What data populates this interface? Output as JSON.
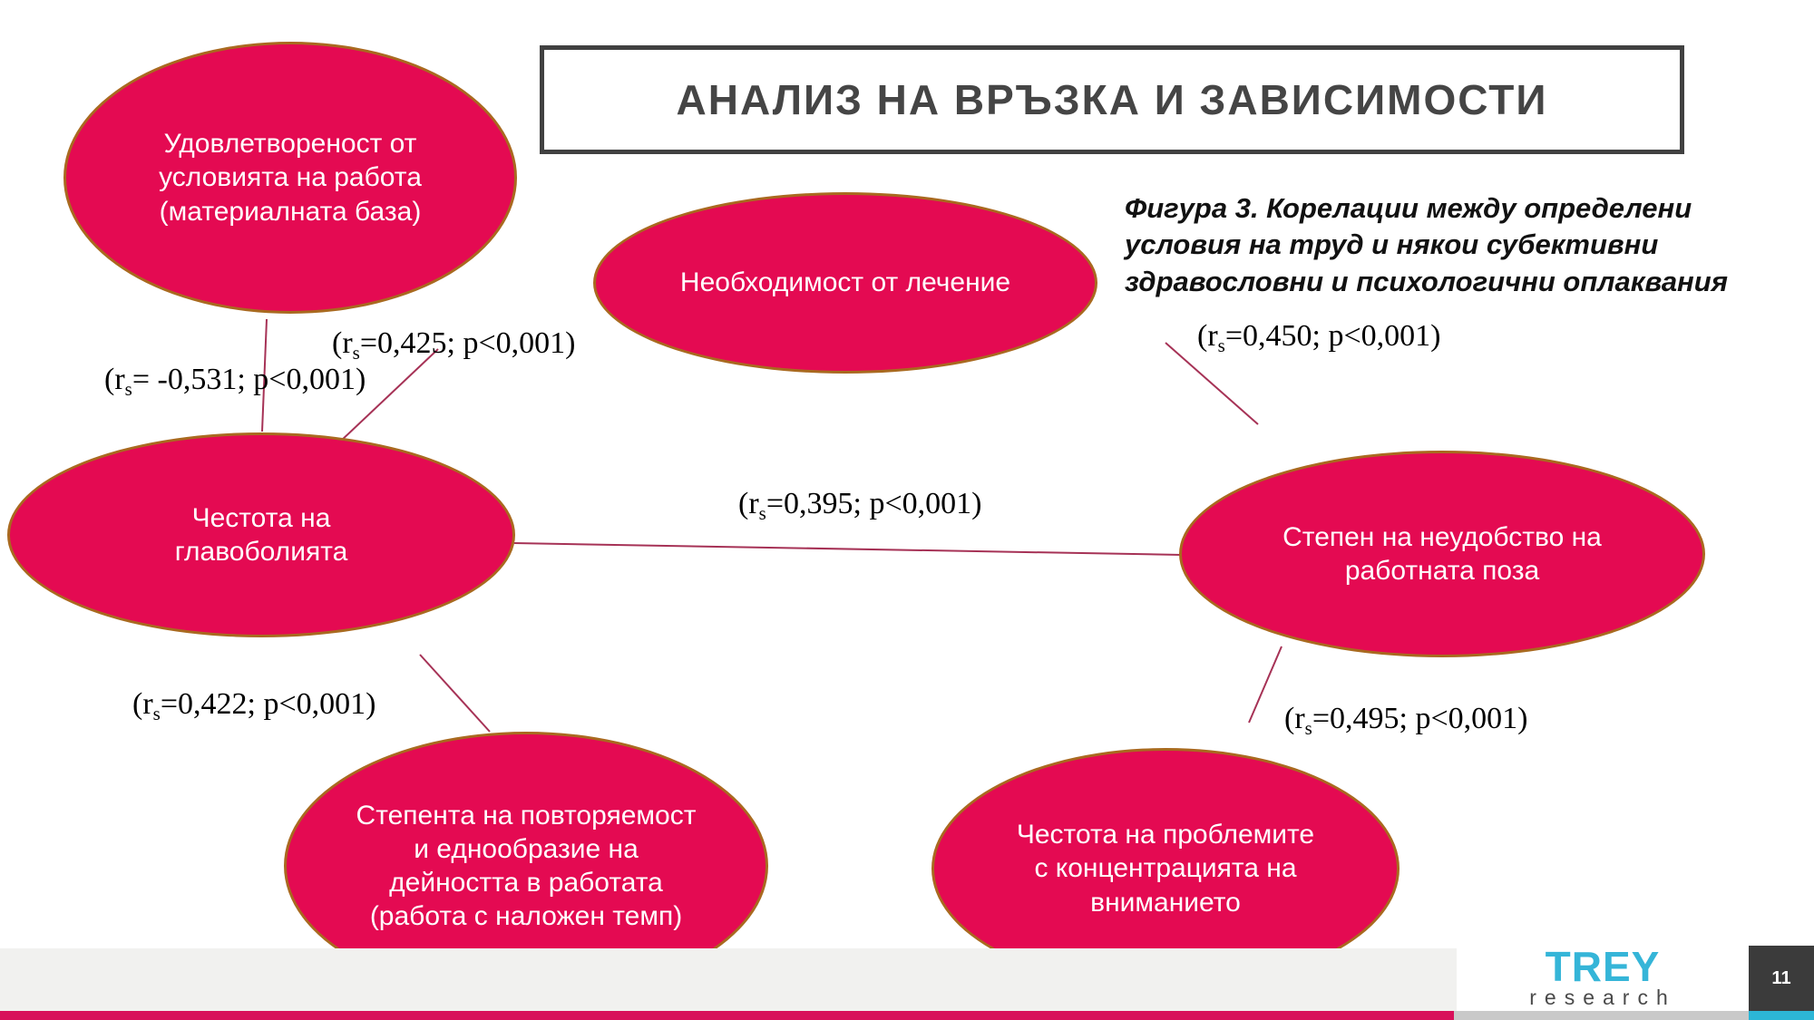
{
  "title": "АНАЛИЗ НА ВРЪЗКА И ЗАВИСИМОСТИ",
  "caption": {
    "lines": [
      "Фигура 3. Корелации между определени",
      "условия на труд и някои субективни",
      "здравословни и психологични оплаквания"
    ]
  },
  "nodes": [
    {
      "id": "satisfaction",
      "label": "Удовлетвореност от условията на работа (материалната база)"
    },
    {
      "id": "treatment",
      "label": "Необходимост от лечение"
    },
    {
      "id": "headaches",
      "label": "Честота на главоболията"
    },
    {
      "id": "posture",
      "label": "Степен на неудобство на работната поза"
    },
    {
      "id": "repetitiveness",
      "label": "Степента на повторяемост и еднообразие на дейността в работата (работа с наложен темп)"
    },
    {
      "id": "concentration",
      "label": "Честота на проблемите с концентрацията на вниманието"
    }
  ],
  "edges": [
    {
      "from": "satisfaction",
      "to": "headaches",
      "r": "-0,531",
      "p": "<0,001",
      "label_pre": "(r",
      "label_sub": "s",
      "label_post": "= -0,531; p<0,001)"
    },
    {
      "from": "treatment",
      "to": "headaches",
      "r": "0,425",
      "p": "<0,001",
      "label_pre": "(r",
      "label_sub": "s",
      "label_post": "=0,425; p<0,001)"
    },
    {
      "from": "treatment",
      "to": "posture",
      "r": "0,450",
      "p": "<0,001",
      "label_pre": "(r",
      "label_sub": "s",
      "label_post": "=0,450; p<0,001)"
    },
    {
      "from": "headaches",
      "to": "posture",
      "r": "0,395",
      "p": "<0,001",
      "label_pre": "(r",
      "label_sub": "s",
      "label_post": "=0,395; p<0,001)"
    },
    {
      "from": "headaches",
      "to": "repetitiveness",
      "r": "0,422",
      "p": "<0,001",
      "label_pre": "(r",
      "label_sub": "s",
      "label_post": "=0,422; p<0,001)"
    },
    {
      "from": "posture",
      "to": "concentration",
      "r": "0,495",
      "p": "<0,001",
      "label_pre": "(r",
      "label_sub": "s",
      "label_post": "=0,495; p<0,001)"
    }
  ],
  "footer": {
    "brand": "TREY",
    "brand_sub": "research",
    "page_number": "11"
  },
  "colors": {
    "node_fill": "#e40a52",
    "node_border": "#a9691f",
    "connector": "#a63256",
    "title_text": "#454545",
    "brand_cyan": "#35b5d8",
    "page_badge_bg": "#3b3b3b",
    "bottom_bar_crimson": "#d8105a",
    "bottom_bar_gray": "#c9c9c9",
    "bottom_bar_cyan": "#2cb6d6",
    "footer_band": "#f1f1ef"
  }
}
